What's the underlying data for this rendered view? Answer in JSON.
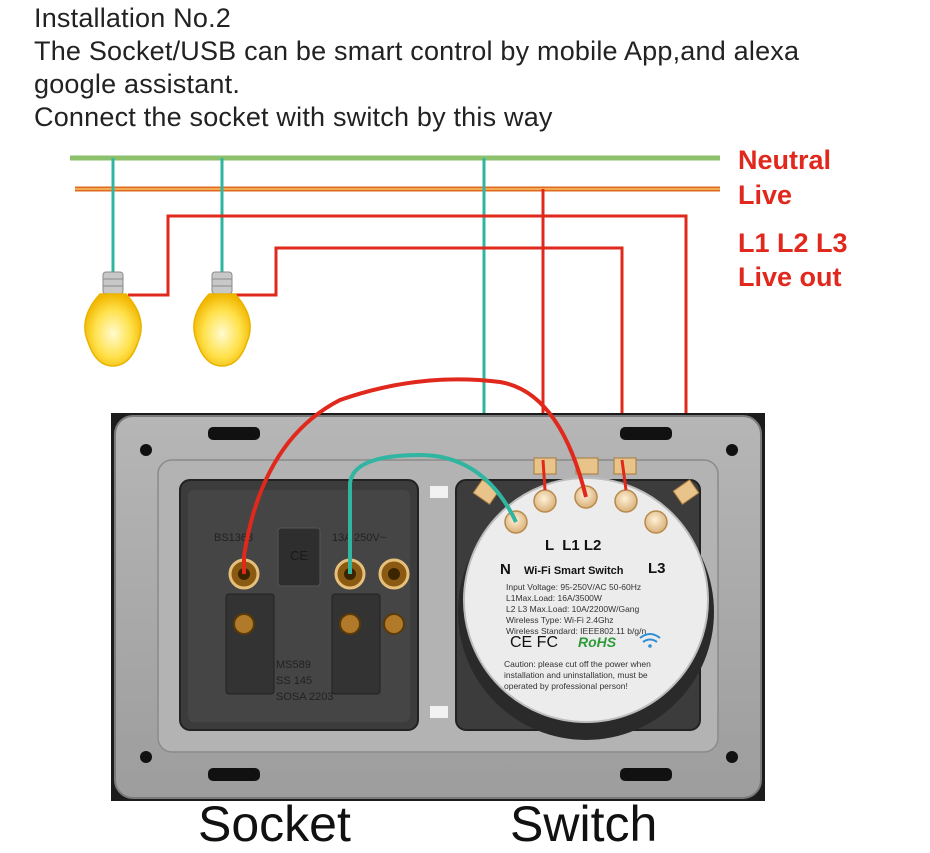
{
  "intro": {
    "line1": "Installation No.2",
    "line2": "The Socket/USB can be smart control by mobile App,and alexa",
    "line3": "google assistant.",
    "line4": "Connect the socket with switch by this way"
  },
  "legend": {
    "neutral": "Neutral",
    "live": "Live",
    "l1l2l3": "L1 L2 L3",
    "live_out": "Live out"
  },
  "labels": {
    "socket": "Socket",
    "switch": "Switch"
  },
  "socket_module": {
    "mark_top_left": "BS1363",
    "mark_top_right": "13A 250V~",
    "ce": "CE",
    "mark_bottom_1": "MS589",
    "mark_bottom_2": "SS 145",
    "mark_bottom_3": "SOSA 2203"
  },
  "switch_module": {
    "terminal_labels": "L  L1 L2",
    "n_label": "N",
    "l3_label": "L3",
    "name": "Wi-Fi Smart Switch",
    "spec1": "Input Voltage: 95-250V/AC 50-60Hz",
    "spec2": "L1Max.Load: 16A/3500W",
    "spec3": "L2 L3 Max.Load: 10A/2200W/Gang",
    "spec4": "Wireless Type: Wi-Fi 2.4Ghz",
    "spec5": "Wireless Standard: IEEE802.11 b/g/n",
    "certs": "CE FC",
    "rohs": "RoHS",
    "caution1": "Caution: please cut off the power when",
    "caution2": "installation and uninstallation, must be",
    "caution3": "operated by professional person!"
  },
  "colors": {
    "neutral_wire": "#8dc06b",
    "live_wire": "#e26a1e",
    "live_out_wire": "#e0281c",
    "teal_wire": "#2fb5a0",
    "plate": "#a9a9a9",
    "module": "#3a3a3a",
    "label_red": "#e0281c"
  }
}
